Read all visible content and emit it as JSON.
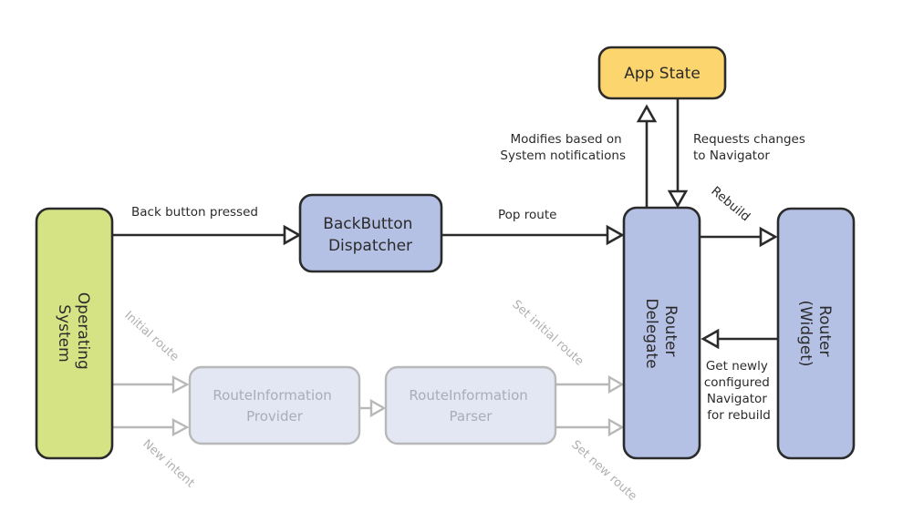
{
  "nodes": {
    "operating_system": {
      "line1": "Operating",
      "line2": "System",
      "color": "#d6e384"
    },
    "app_state": {
      "label": "App State",
      "color": "#fdd56f"
    },
    "backbutton_dispatcher": {
      "line1": "BackButton",
      "line2": "Dispatcher",
      "color": "#b4c0e4"
    },
    "router_delegate": {
      "line1": "Router",
      "line2": "Delegate",
      "color": "#b4c0e4"
    },
    "router_widget": {
      "line1": "Router",
      "line2": "(Widget)",
      "color": "#b4c0e4"
    },
    "route_information_provider": {
      "line1": "RouteInformation",
      "line2": "Provider",
      "color": "#e3e6f3"
    },
    "route_information_parser": {
      "line1": "RouteInformation",
      "line2": "Parser",
      "color": "#e3e6f3"
    }
  },
  "edges": {
    "back_button_pressed": "Back button pressed",
    "pop_route": "Pop route",
    "modifies": {
      "line1": "Modifies based on",
      "line2": "System notifications"
    },
    "requests_changes": {
      "line1": "Requests changes",
      "line2": "to Navigator"
    },
    "rebuild": "Rebuild",
    "get_newly": {
      "line1": "Get newly",
      "line2": "configured",
      "line3": "Navigator",
      "line4": "for rebuild"
    },
    "initial_route": "Initial route",
    "new_intent": "New intent",
    "set_initial_route": "Set initial route",
    "set_new_route": "Set new route"
  },
  "colors": {
    "stroke": "#2b2b2b",
    "dim_stroke": "#b8b8b8"
  }
}
